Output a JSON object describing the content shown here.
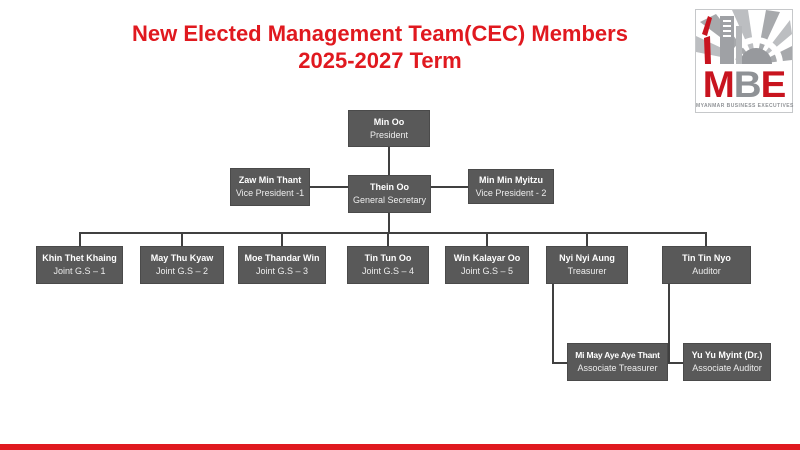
{
  "title": {
    "line1": "New Elected Management Team(CEC) Members",
    "line2": "2025-2027 Term",
    "color": "#e0191f"
  },
  "logo": {
    "letter_m": "M",
    "letter_b": "B",
    "letter_e": "E",
    "caption": "MYANMAR BUSINESS EXECUTIVES",
    "red": "#c8141f",
    "gray": "#8f9296"
  },
  "org": {
    "box_color": "#595959",
    "text_color": "#ffffff",
    "line_color": "#404040",
    "nodes": [
      {
        "name": "Min Oo",
        "role": "President"
      },
      {
        "name": "Zaw Min Thant",
        "role": "Vice President -1"
      },
      {
        "name": "Thein Oo",
        "role": "General Secretary"
      },
      {
        "name": "Min Min Myitzu",
        "role": "Vice President - 2"
      },
      {
        "name": "Khin Thet Khaing",
        "role": "Joint G.S – 1"
      },
      {
        "name": "May Thu Kyaw",
        "role": "Joint G.S – 2"
      },
      {
        "name": "Moe Thandar Win",
        "role": "Joint G.S – 3"
      },
      {
        "name": "Tin Tun Oo",
        "role": "Joint G.S – 4"
      },
      {
        "name": "Win Kalayar Oo",
        "role": "Joint G.S – 5"
      },
      {
        "name": "Nyi Nyi Aung",
        "role": "Treasurer"
      },
      {
        "name": "Tin Tin Nyo",
        "role": "Auditor"
      },
      {
        "name": "Mi May Aye Aye Thant",
        "role": "Associate Treasurer"
      },
      {
        "name": "Yu Yu Myint (Dr.)",
        "role": "Associate Auditor"
      }
    ]
  },
  "footer": {
    "bar_color": "#e0191f"
  }
}
